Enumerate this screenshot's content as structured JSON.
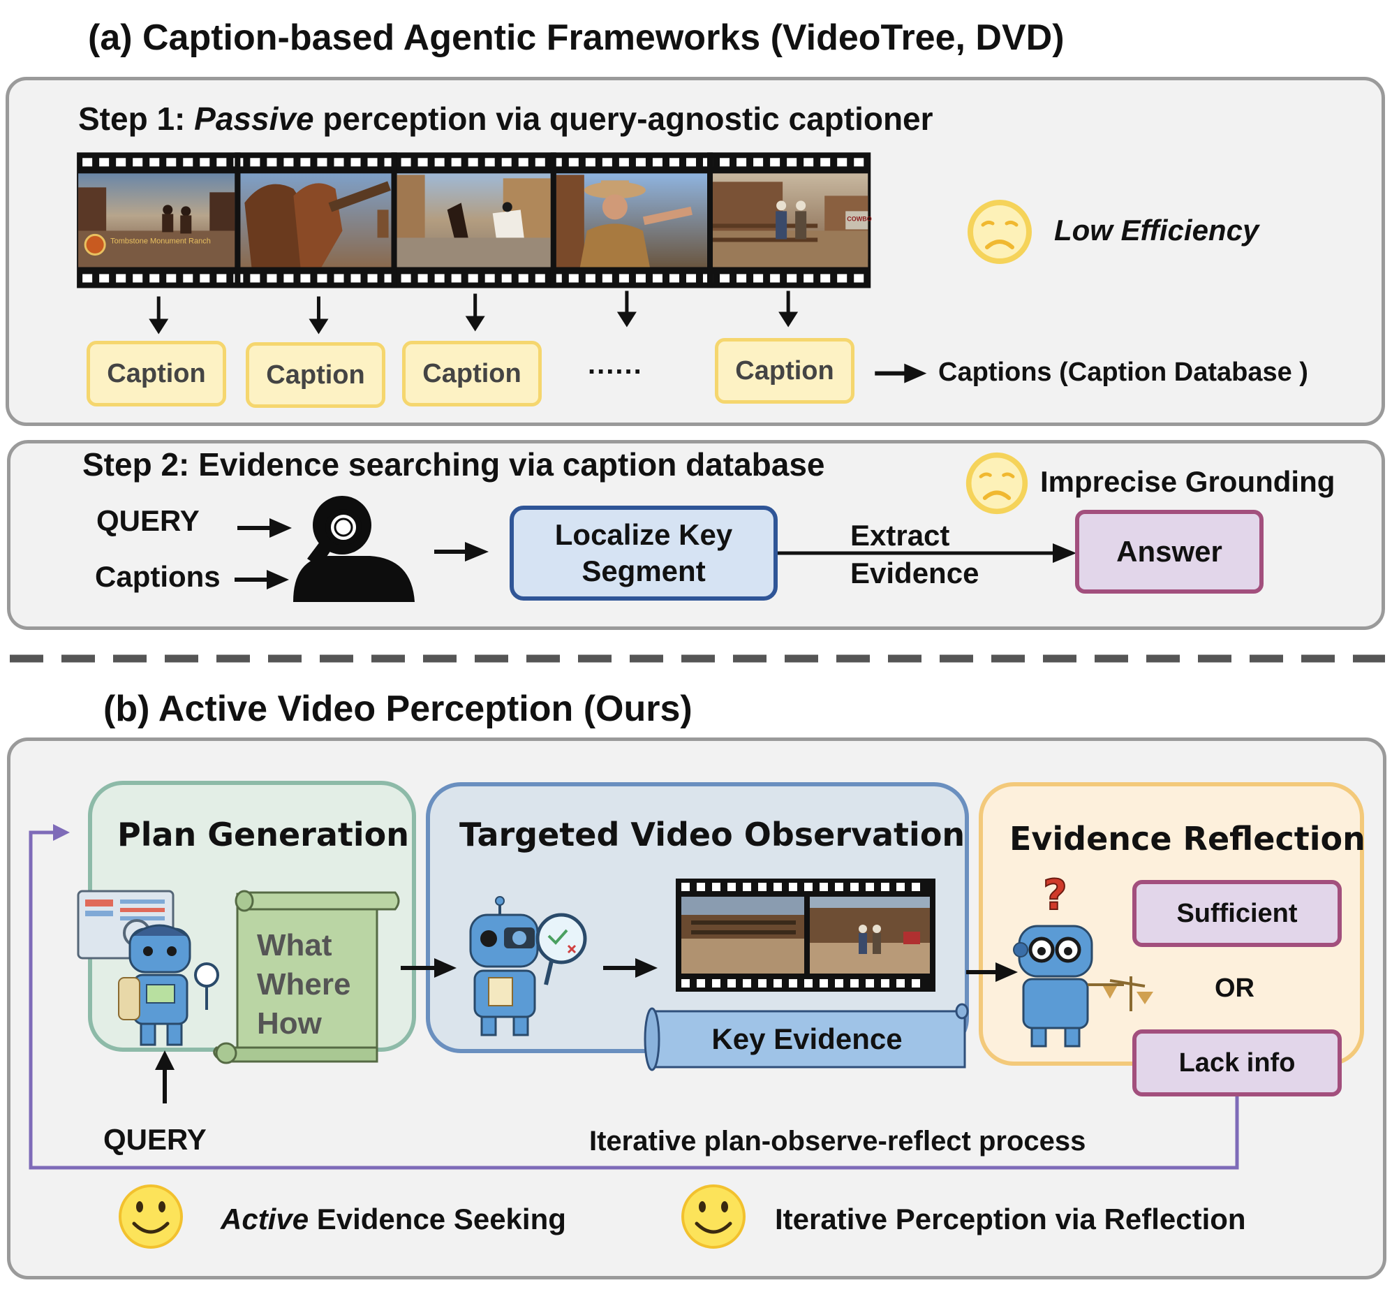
{
  "part_a": {
    "title": "(a)  Caption-based Agentic Frameworks (VideoTree, DVD)",
    "step1": {
      "prefix": "Step 1: ",
      "italic": "Passive",
      "suffix": " perception via query-agnostic captioner",
      "captions": [
        "Caption",
        "Caption",
        "Caption",
        "Caption"
      ],
      "ellipsis": "......",
      "database_label": "Captions (Caption Database )",
      "drawback": "Low Efficiency",
      "frame_overlay_text": "Tombstone Monument Ranch",
      "sign_text": "COWBO"
    },
    "step2": {
      "title": "Step 2: Evidence searching  via caption database",
      "drawback": "Imprecise Grounding",
      "inputs": [
        "QUERY",
        "Captions"
      ],
      "localize_line1": "Localize Key",
      "localize_line2": "Segment",
      "extract_line1": "Extract",
      "extract_line2": "Evidence",
      "answer": "Answer"
    }
  },
  "part_b": {
    "title": "(b)  Active Video Perception (Ours)",
    "plan": {
      "title": "Plan Generation",
      "scroll_lines": [
        "What",
        "Where",
        "How"
      ],
      "query": "QUERY"
    },
    "observe": {
      "title": "Targeted Video Observation",
      "key_evidence": "Key Evidence"
    },
    "reflect": {
      "title": "Evidence Reflection",
      "sufficient": "Sufficient",
      "or": "OR",
      "lack": "Lack info"
    },
    "loop_label": "Iterative plan-observe-reflect process",
    "benefits": [
      {
        "italic": "Active",
        "rest": " Evidence Seeking"
      },
      {
        "italic": "",
        "rest": "Iterative Perception via Reflection"
      }
    ]
  },
  "colors": {
    "caption_fill": "#fdf2c4",
    "caption_border": "#f5d66e",
    "localize_fill": "#d6e3f3",
    "localize_border": "#2f5597",
    "answer_fill": "#e2d6ea",
    "answer_border": "#a24f7d",
    "plan_fill": "#e3eee6",
    "plan_border": "#8dbaa8",
    "observe_fill": "#dbe4ec",
    "observe_border": "#6a8fbf",
    "reflect_fill": "#fdf0dc",
    "reflect_border": "#f3c97a",
    "loop_arrow": "#7e6bb8"
  }
}
